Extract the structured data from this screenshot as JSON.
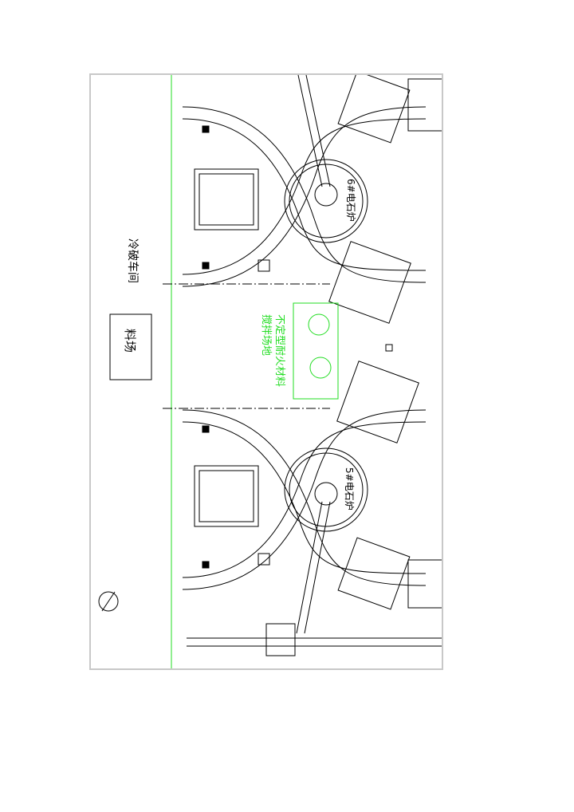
{
  "drawing": {
    "labels": {
      "workshop": "冷破车间",
      "material_yard": "料场",
      "mixing_area_line1": "不定型耐火材料",
      "mixing_area_line2": "搅拌场地",
      "furnace6": "6#电石炉",
      "furnace5": "5#电石炉"
    },
    "colors": {
      "line": "#000000",
      "green": "#22dd22",
      "frame": "#c8c8c8"
    }
  }
}
